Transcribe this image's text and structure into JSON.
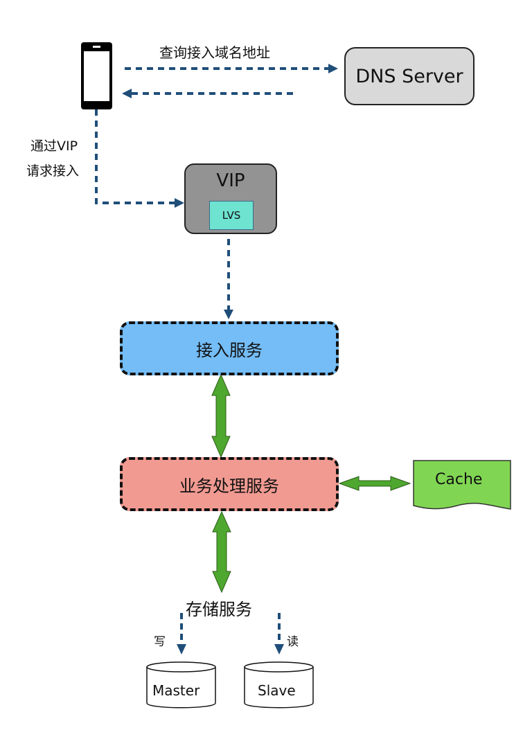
{
  "colors": {
    "dashed_arrow": "#1f4e79",
    "green_arrow": "#4ea72e",
    "phone": "#000000",
    "dns_fill": "#d9d9d9",
    "vip_fill": "#939393",
    "lvs_fill": "#6de3d0",
    "access_fill": "#74bdf7",
    "business_fill": "#f19a92",
    "cache_fill": "#80d653",
    "storage_fill": "#f8e196"
  },
  "nodes": {
    "phone": {
      "icon": "mobile-phone-icon"
    },
    "dns": {
      "label": "DNS Server"
    },
    "vip": {
      "label": "VIP",
      "inner_label": "LVS"
    },
    "access": {
      "label": "接入服务"
    },
    "business": {
      "label": "业务处理服务"
    },
    "cache": {
      "label": "Cache"
    },
    "storage": {
      "label": "存储服务",
      "master": "Master",
      "slave": "Slave"
    }
  },
  "edges": {
    "dns_query": {
      "label": "查询接入域名地址"
    },
    "vip_request": {
      "label_line1": "通过VIP",
      "label_line2": "请求接入"
    },
    "write": {
      "label": "写"
    },
    "read": {
      "label": "读"
    }
  }
}
